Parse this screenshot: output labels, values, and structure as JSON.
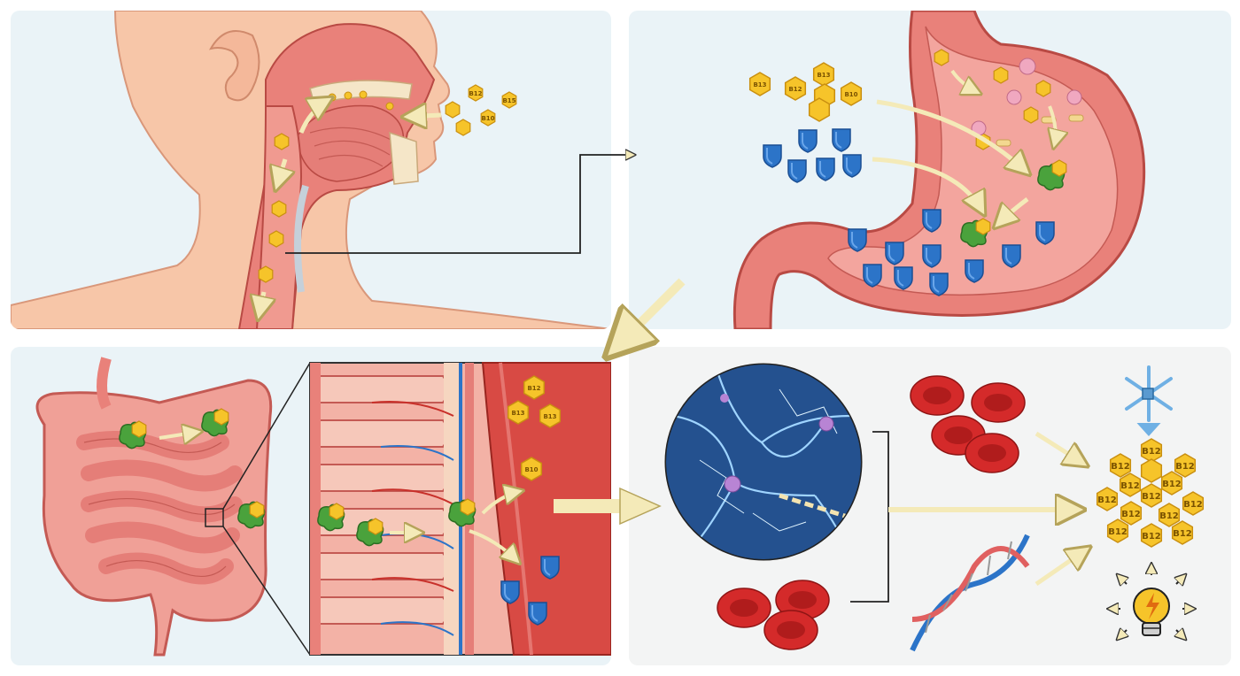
{
  "title": "Vitamin B12 absorption pathway",
  "labels": {
    "b12": "B12",
    "b12_alt": "B13",
    "b12_var": "B10",
    "b12_small": "B15"
  },
  "panels": [
    {
      "name": "mouth-throat"
    },
    {
      "name": "stomach"
    },
    {
      "name": "intestine"
    },
    {
      "name": "body-uses"
    }
  ],
  "colors": {
    "panel_bg": "#eef4f8",
    "skin": "#f7c6a8",
    "tissue": "#e9817a",
    "tissue_dark": "#c8504a",
    "b12_fill": "#f6c42a",
    "b12_stroke": "#c98f10",
    "intrinsic_factor": "#4aa23c",
    "protein_shield": "#2c74c8",
    "blood_cell": "#d42a2a",
    "arrow": "#f4eab8"
  }
}
